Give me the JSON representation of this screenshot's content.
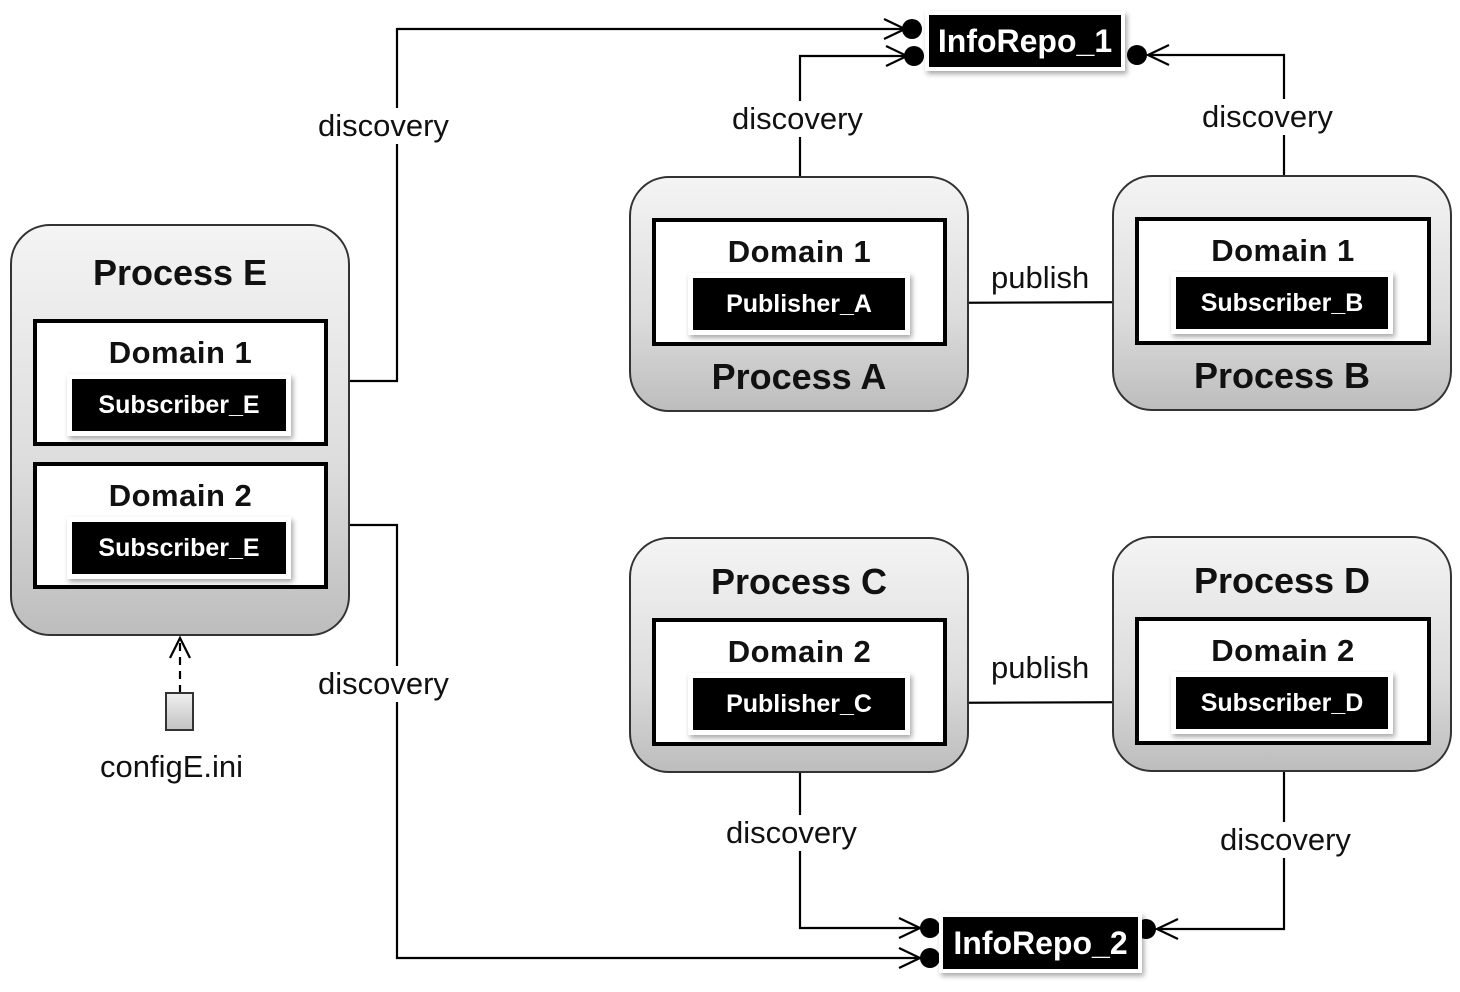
{
  "processes": {
    "e": {
      "title": "Process E",
      "domain1": "Domain 1",
      "domain2": "Domain 2",
      "entity1": "Subscriber_E",
      "entity2": "Subscriber_E"
    },
    "a": {
      "title": "Process A",
      "domain": "Domain 1",
      "entity": "Publisher_A"
    },
    "b": {
      "title": "Process B",
      "domain": "Domain 1",
      "entity": "Subscriber_B"
    },
    "c": {
      "title": "Process C",
      "domain": "Domain 2",
      "entity": "Publisher_C"
    },
    "d": {
      "title": "Process D",
      "domain": "Domain 2",
      "entity": "Subscriber_D"
    }
  },
  "repos": {
    "one": "InfoRepo_1",
    "two": "InfoRepo_2"
  },
  "labels": {
    "discovery_e1": "discovery",
    "discovery_e2": "discovery",
    "discovery_a": "discovery",
    "discovery_b": "discovery",
    "discovery_c": "discovery",
    "discovery_d": "discovery",
    "publish_ab": "publish",
    "publish_cd": "publish"
  },
  "config": {
    "file": "configE.ini"
  }
}
